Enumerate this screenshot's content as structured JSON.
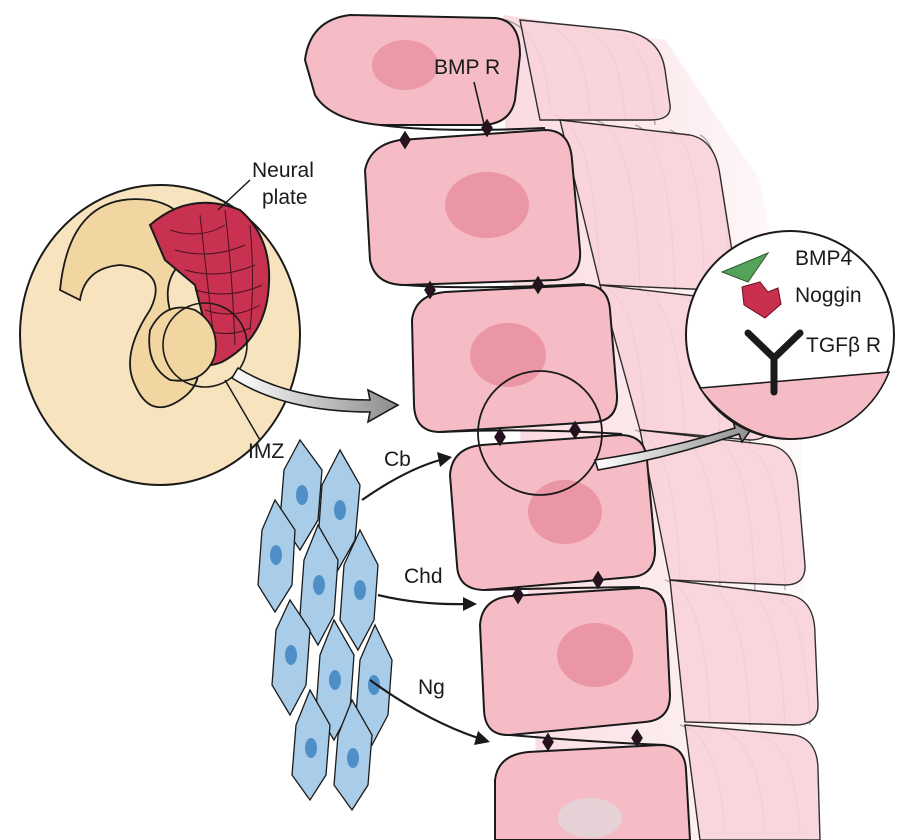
{
  "labels": {
    "neural_plate_line1": "Neural",
    "neural_plate_line2": "plate",
    "bmp_receptor": "BMP R",
    "imz": "IMZ",
    "cerberus": "Cb",
    "chordin": "Chd",
    "noggin_arrow": "Ng"
  },
  "legend": {
    "bmp4": "BMP4",
    "noggin": "Noggin",
    "tgfb_receptor": "TGFβ R"
  },
  "colors": {
    "embryo_fill": "#f7e3bd",
    "embryo_inner": "#f2d6a2",
    "neural_plate": "#c8314f",
    "cell_fill": "#f6bcc6",
    "cell_shade": "#f9d3da",
    "nucleus": "#e88f9f",
    "mesoderm_cell": "#a9cde8",
    "mesoderm_nucleus": "#4f8fc8",
    "bmp4_green": "#55a35a",
    "noggin_red": "#c93050",
    "outline": "#1a1a1a"
  },
  "icons": [
    "bmp4-triangle-icon",
    "noggin-molecule-icon",
    "tgfb-receptor-icon"
  ]
}
